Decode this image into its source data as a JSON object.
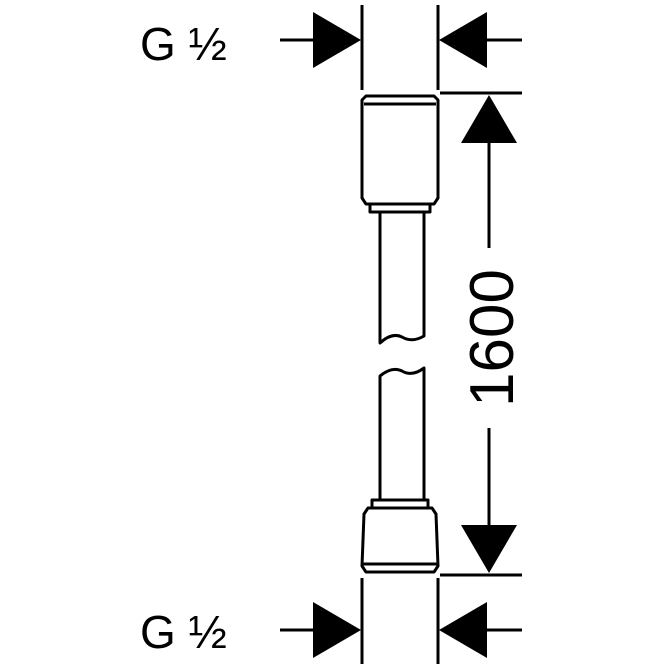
{
  "labels": {
    "thread_top": "G ½",
    "thread_bottom": "G ½",
    "length": "1600"
  },
  "colors": {
    "ink": "#000000",
    "background": "#ffffff"
  }
}
